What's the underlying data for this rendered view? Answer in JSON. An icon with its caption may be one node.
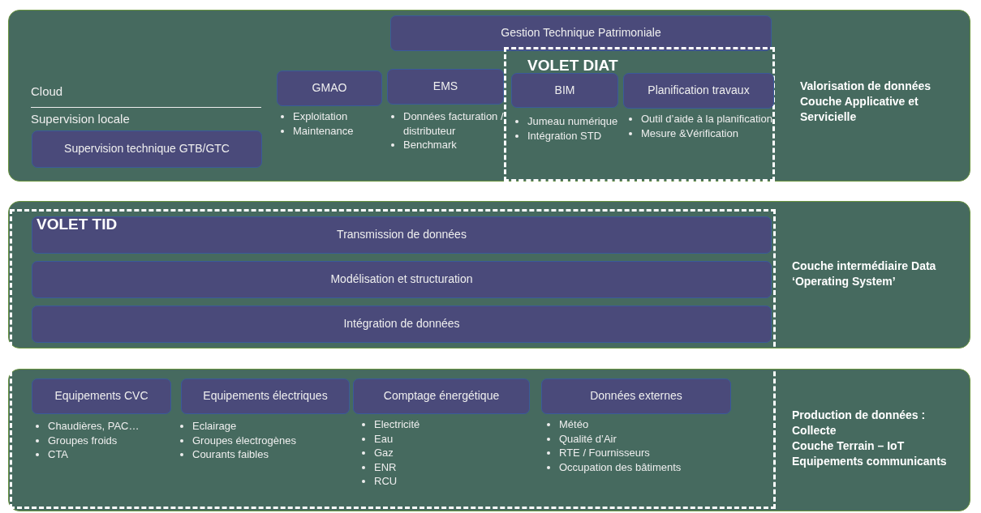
{
  "diagram": {
    "nodes": [
      {
        "text": [
          "Valorisation de données",
          "Couche Applicative et Servicielle"
        ]
      },
      {
        "text": [
          "Gestion Technique Patrimoniale"
        ],
        "in": 0
      },
      {
        "text": [
          "Supervision technique GTB/GTC"
        ],
        "in": 0
      },
      {
        "text": [
          "GMAO"
        ],
        "in": 0,
        "beside": [
          "Exploitation",
          "Maintenance"
        ]
      },
      {
        "text": [
          "EMS"
        ],
        "in": 0,
        "beside": [
          "Données facturation / distributeur",
          "Benchmark"
        ]
      },
      {
        "text": [
          "VOLET DIAT"
        ],
        "in": 0
      },
      {
        "text": [
          "BIM"
        ],
        "in": 5,
        "beside": [
          "Jumeau numérique",
          "Intégration STD"
        ]
      },
      {
        "text": [
          "Planification travaux"
        ],
        "in": 5,
        "beside": [
          "Outil d’aide à la planification",
          "Mesure &Vérification"
        ]
      },
      {
        "text": [
          "Couche intermédiaire Data ‘Operating System’"
        ]
      },
      {
        "text": [
          "Production de données :",
          "Collecte",
          "Couche Terrain – IoT",
          "Equipements communicants"
        ]
      },
      {
        "text": [
          "Transmission de données"
        ],
        "in": 8
      },
      {
        "text": [
          "Modélisation et structuration"
        ],
        "in": 8
      },
      {
        "text": [
          "Intégration de données"
        ],
        "in": 8
      },
      {
        "text": [
          "Equipements CVC"
        ],
        "in": 9,
        "beside": [
          "Chaudières, PAC…",
          "Groupes froids",
          "CTA"
        ]
      },
      {
        "text": [
          "Equipements électriques"
        ],
        "in": 9,
        "beside": [
          "Eclairage",
          "Groupes électrogènes",
          "Courants faibles"
        ]
      },
      {
        "text": [
          "Comptage énergétique"
        ],
        "in": 9,
        "beside": [
          "Electricité",
          "Eau",
          "Gaz",
          "ENR",
          "RCU"
        ]
      },
      {
        "text": [
          "Données externes"
        ],
        "in": 9,
        "beside": [
          "Météo",
          "Qualité d’Air",
          "RTE / Fournisseurs",
          "Occupation des bâtiments"
        ]
      }
    ],
    "labels": [
      "Cloud",
      "Supervision locale",
      "VOLET TID"
    ]
  }
}
